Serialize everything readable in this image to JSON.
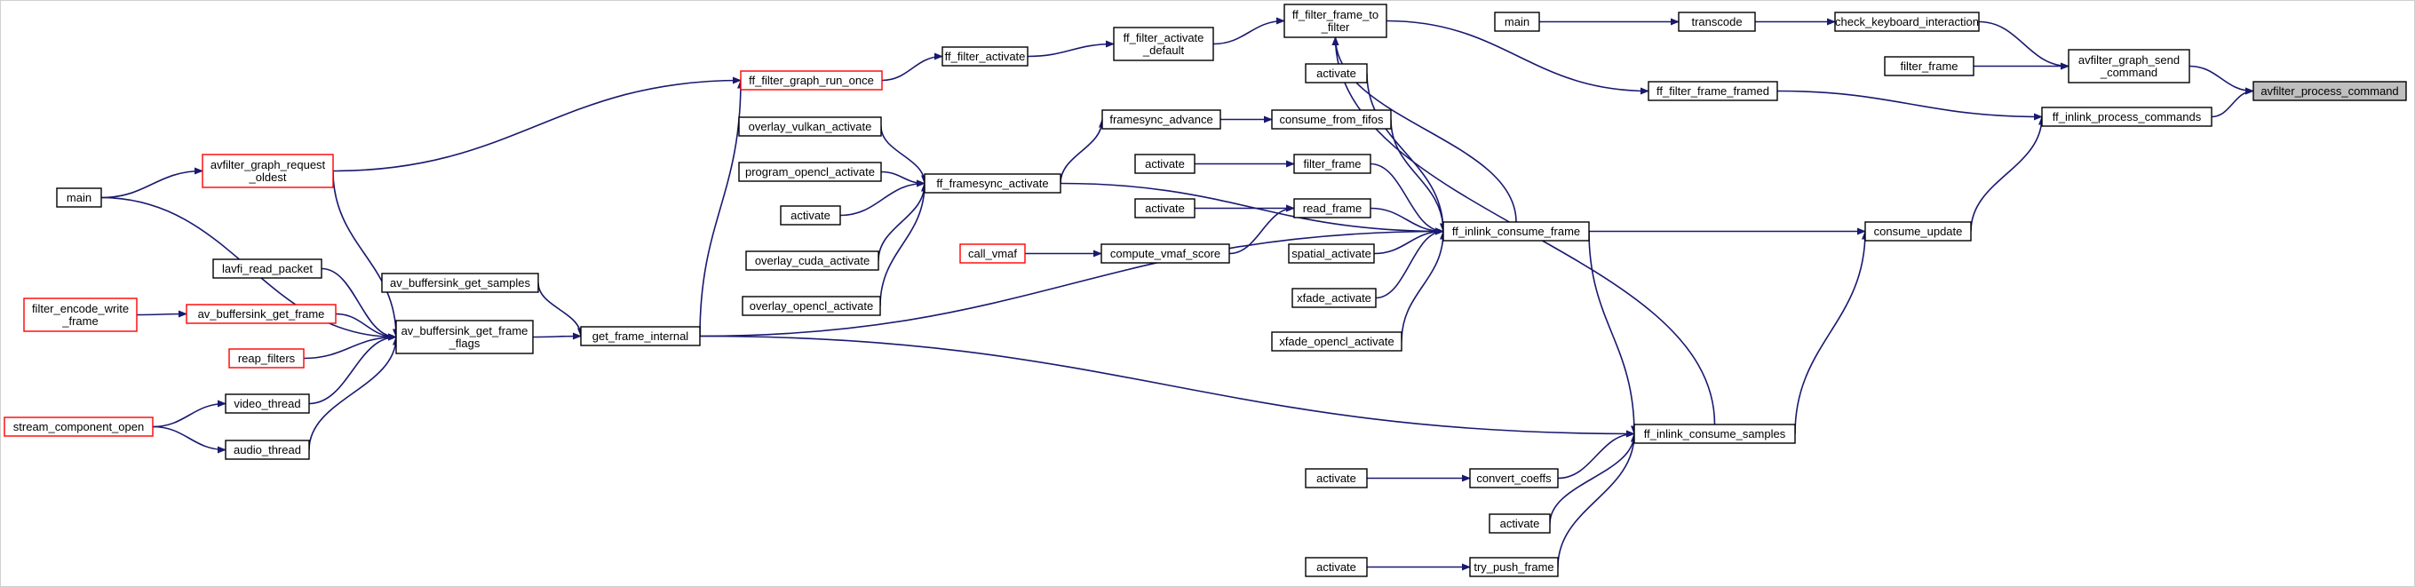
{
  "colors": {
    "edge": "#191970",
    "node_border": "#000000",
    "node_border_truncated": "#ff0000",
    "node_fill": "#ffffff",
    "highlight_fill": "#bfbfbf"
  },
  "nodes": {
    "afpc": {
      "label": [
        "avfilter_process_command"
      ],
      "kind": "highlight"
    },
    "agsc": {
      "label": [
        "avfilter_graph_send",
        "_command"
      ],
      "kind": "normal"
    },
    "fipc": {
      "label": [
        "ff_inlink_process_commands"
      ],
      "kind": "normal"
    },
    "cku": {
      "label": [
        "check_keyboard_interaction"
      ],
      "kind": "normal"
    },
    "tc": {
      "label": [
        "transcode"
      ],
      "kind": "normal"
    },
    "mainr": {
      "label": [
        "main"
      ],
      "kind": "normal"
    },
    "ffr": {
      "label": [
        "filter_frame"
      ],
      "kind": "normal"
    },
    "fffr": {
      "label": [
        "ff_filter_frame_framed"
      ],
      "kind": "normal"
    },
    "cu": {
      "label": [
        "consume_update"
      ],
      "kind": "normal"
    },
    "fftf": {
      "label": [
        "ff_filter_frame_to",
        "_filter"
      ],
      "kind": "normal"
    },
    "ffad": {
      "label": [
        "ff_filter_activate",
        "_default"
      ],
      "kind": "normal"
    },
    "ffa": {
      "label": [
        "ff_filter_activate"
      ],
      "kind": "normal"
    },
    "ffgro": {
      "label": [
        "ff_filter_graph_run_once"
      ],
      "kind": "truncated"
    },
    "agro": {
      "label": [
        "avfilter_graph_request",
        "_oldest"
      ],
      "kind": "truncated"
    },
    "mainl": {
      "label": [
        "main"
      ],
      "kind": "normal"
    },
    "ficf": {
      "label": [
        "ff_inlink_consume_frame"
      ],
      "kind": "normal"
    },
    "fics": {
      "label": [
        "ff_inlink_consume_samples"
      ],
      "kind": "normal"
    },
    "act1": {
      "label": [
        "activate"
      ],
      "kind": "normal"
    },
    "fsa": {
      "label": [
        "framesync_advance"
      ],
      "kind": "normal"
    },
    "cff": {
      "label": [
        "consume_from_fifos"
      ],
      "kind": "normal"
    },
    "ffsa": {
      "label": [
        "ff_framesync_activate"
      ],
      "kind": "normal"
    },
    "ova": {
      "label": [
        "overlay_vulkan_activate"
      ],
      "kind": "normal"
    },
    "poa": {
      "label": [
        "program_opencl_activate"
      ],
      "kind": "normal"
    },
    "act2": {
      "label": [
        "activate"
      ],
      "kind": "normal"
    },
    "oca": {
      "label": [
        "overlay_cuda_activate"
      ],
      "kind": "normal"
    },
    "ooa": {
      "label": [
        "overlay_opencl_activate"
      ],
      "kind": "normal"
    },
    "act3": {
      "label": [
        "activate"
      ],
      "kind": "normal"
    },
    "ffrm": {
      "label": [
        "filter_frame"
      ],
      "kind": "normal"
    },
    "act4": {
      "label": [
        "activate"
      ],
      "kind": "normal"
    },
    "rf": {
      "label": [
        "read_frame"
      ],
      "kind": "normal"
    },
    "cvmaf": {
      "label": [
        "call_vmaf"
      ],
      "kind": "truncated"
    },
    "cvs": {
      "label": [
        "compute_vmaf_score"
      ],
      "kind": "normal"
    },
    "sa": {
      "label": [
        "spatial_activate"
      ],
      "kind": "normal"
    },
    "xa": {
      "label": [
        "xfade_activate"
      ],
      "kind": "normal"
    },
    "xoa": {
      "label": [
        "xfade_opencl_activate"
      ],
      "kind": "normal"
    },
    "lrp": {
      "label": [
        "lavfi_read_packet"
      ],
      "kind": "normal"
    },
    "abgs": {
      "label": [
        "av_buffersink_get_samples"
      ],
      "kind": "normal"
    },
    "fewf": {
      "label": [
        "filter_encode_write",
        "_frame"
      ],
      "kind": "truncated"
    },
    "abgf": {
      "label": [
        "av_buffersink_get_frame"
      ],
      "kind": "truncated"
    },
    "abgff": {
      "label": [
        "av_buffersink_get_frame",
        "_flags"
      ],
      "kind": "normal"
    },
    "gfi": {
      "label": [
        "get_frame_internal"
      ],
      "kind": "normal"
    },
    "rfl": {
      "label": [
        "reap_filters"
      ],
      "kind": "truncated"
    },
    "scom": {
      "label": [
        "stream_component_open"
      ],
      "kind": "truncated"
    },
    "vt": {
      "label": [
        "video_thread"
      ],
      "kind": "normal"
    },
    "at": {
      "label": [
        "audio_thread"
      ],
      "kind": "normal"
    },
    "act5": {
      "label": [
        "activate"
      ],
      "kind": "normal"
    },
    "cc": {
      "label": [
        "convert_coeffs"
      ],
      "kind": "normal"
    },
    "act6": {
      "label": [
        "activate"
      ],
      "kind": "normal"
    },
    "act7": {
      "label": [
        "activate"
      ],
      "kind": "normal"
    },
    "tpf": {
      "label": [
        "try_push_frame"
      ],
      "kind": "normal"
    }
  },
  "edges": [
    [
      "agsc",
      "afpc"
    ],
    [
      "fipc",
      "afpc"
    ],
    [
      "cku",
      "agsc"
    ],
    [
      "ffr",
      "agsc"
    ],
    [
      "tc",
      "cku"
    ],
    [
      "mainr",
      "tc"
    ],
    [
      "fffr",
      "fipc"
    ],
    [
      "cu",
      "fipc"
    ],
    [
      "fftf",
      "fffr"
    ],
    [
      "ffad",
      "fftf"
    ],
    [
      "ffa",
      "ffad"
    ],
    [
      "ffgro",
      "ffa"
    ],
    [
      "agro",
      "ffgro"
    ],
    [
      "gfi",
      "ffgro"
    ],
    [
      "mainl",
      "agro"
    ],
    [
      "ficf",
      "cu"
    ],
    [
      "fics",
      "cu"
    ],
    [
      "ficf",
      "fftf"
    ],
    [
      "fics",
      "fftf"
    ],
    [
      "act1",
      "ficf"
    ],
    [
      "cff",
      "ficf"
    ],
    [
      "ffrm",
      "ficf"
    ],
    [
      "rf",
      "ficf"
    ],
    [
      "sa",
      "ficf"
    ],
    [
      "xa",
      "ficf"
    ],
    [
      "xoa",
      "ficf"
    ],
    [
      "ffsa",
      "ficf"
    ],
    [
      "gfi",
      "ficf"
    ],
    [
      "ficf",
      "fics"
    ],
    [
      "fsa",
      "cff"
    ],
    [
      "ffsa",
      "fsa"
    ],
    [
      "ova",
      "ffsa"
    ],
    [
      "poa",
      "ffsa"
    ],
    [
      "act2",
      "ffsa"
    ],
    [
      "oca",
      "ffsa"
    ],
    [
      "ooa",
      "ffsa"
    ],
    [
      "act3",
      "ffrm"
    ],
    [
      "act4",
      "rf"
    ],
    [
      "cvs",
      "rf"
    ],
    [
      "cvmaf",
      "cvs"
    ],
    [
      "abgff",
      "gfi"
    ],
    [
      "abgs",
      "gfi"
    ],
    [
      "lrp",
      "abgff"
    ],
    [
      "abgf",
      "abgff"
    ],
    [
      "rfl",
      "abgff"
    ],
    [
      "vt",
      "abgff"
    ],
    [
      "at",
      "abgff"
    ],
    [
      "mainl",
      "abgff"
    ],
    [
      "agro",
      "abgff"
    ],
    [
      "fewf",
      "abgf"
    ],
    [
      "scom",
      "vt"
    ],
    [
      "scom",
      "at"
    ],
    [
      "gfi",
      "fics"
    ],
    [
      "cc",
      "fics"
    ],
    [
      "act6",
      "fics"
    ],
    [
      "tpf",
      "fics"
    ],
    [
      "act5",
      "cc"
    ],
    [
      "act7",
      "tpf"
    ]
  ]
}
